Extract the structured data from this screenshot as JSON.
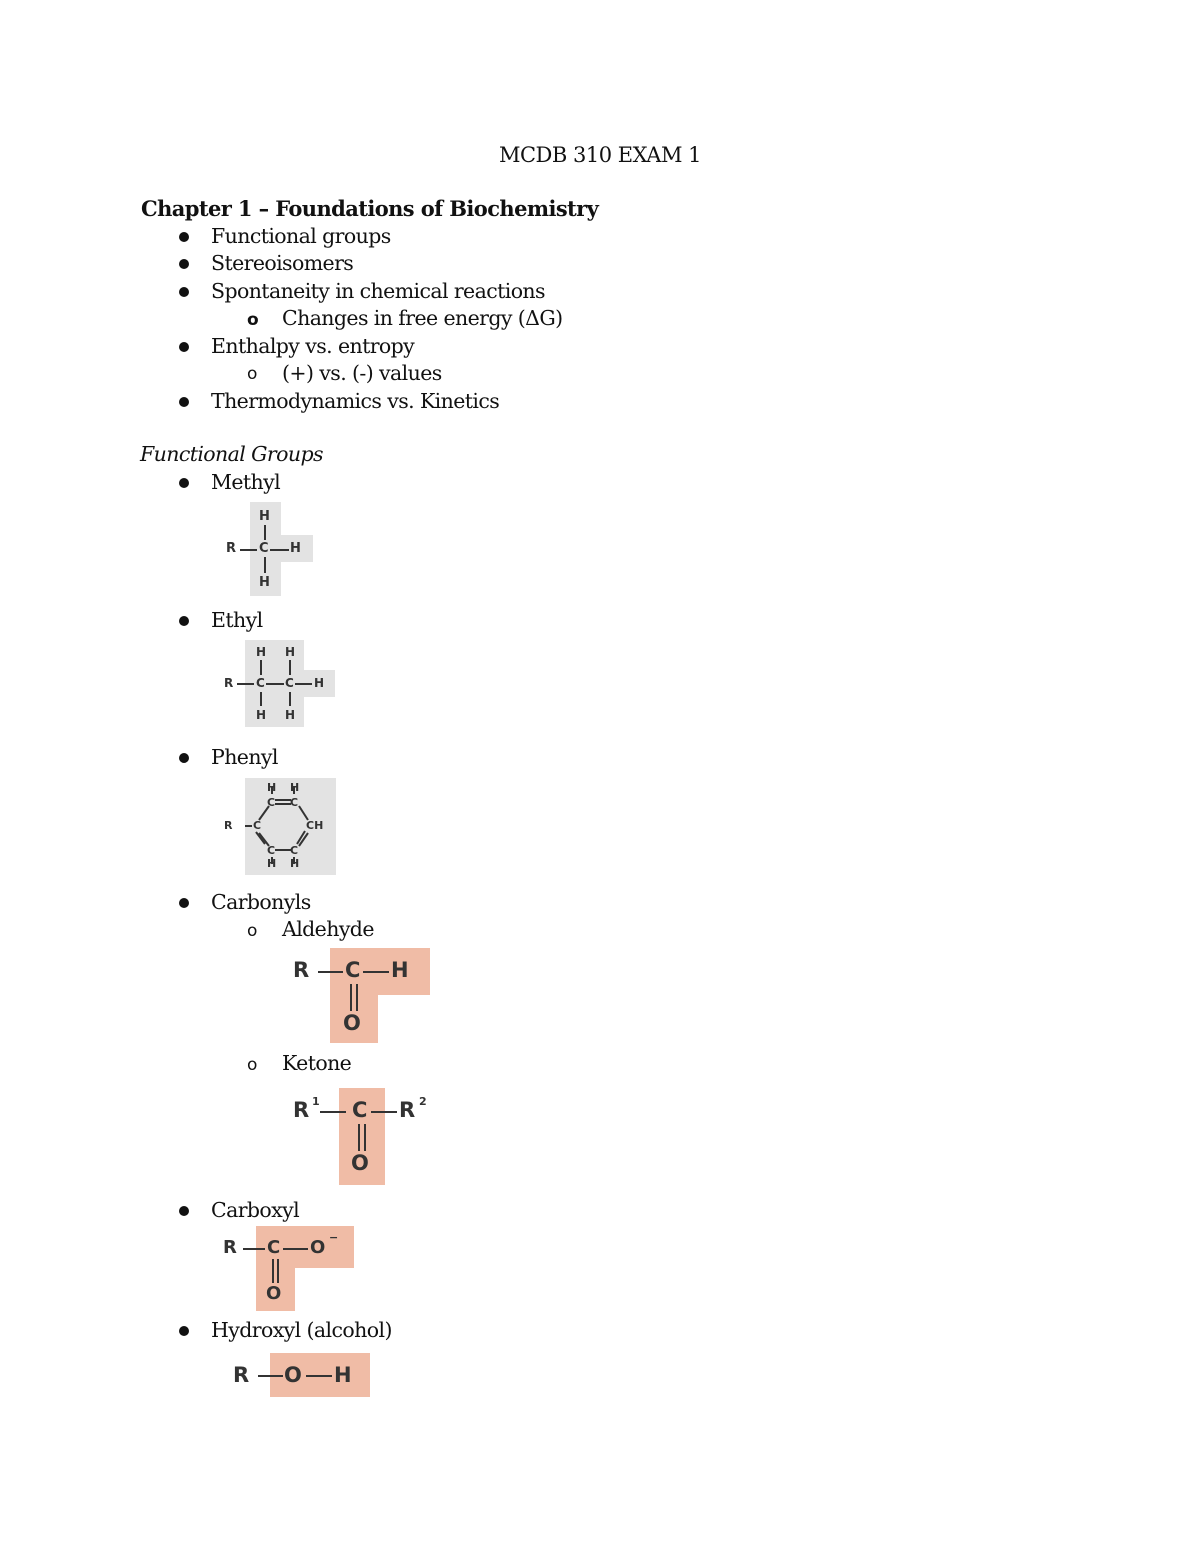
{
  "document": {
    "title": "MCDB 310 EXAM 1",
    "chapter_heading": "Chapter 1 – Foundations of Biochemistry",
    "outline": [
      {
        "label": "Functional groups",
        "children": []
      },
      {
        "label": "Stereoisomers",
        "children": []
      },
      {
        "label": "Spontaneity in chemical reactions",
        "children": [
          "Changes in free energy (ΔG)"
        ]
      },
      {
        "label": "Enthalpy vs. entropy",
        "children": [
          "(+) vs. (-) values"
        ]
      },
      {
        "label": "Thermodynamics vs. Kinetics",
        "children": []
      }
    ],
    "section_heading": "Functional Groups",
    "functional_groups": [
      {
        "name": "Methyl",
        "formula": "R—CH3",
        "highlight_color": "#e3e3e3"
      },
      {
        "name": "Ethyl",
        "formula": "R—CH2—CH3",
        "highlight_color": "#e3e3e3"
      },
      {
        "name": "Phenyl",
        "formula": "R—C6H5",
        "highlight_color": "#e3e3e3"
      },
      {
        "name": "Carbonyls",
        "subtypes": [
          {
            "name": "Aldehyde",
            "formula": "R—C(=O)—H",
            "highlight_color": "#f0bca6"
          },
          {
            "name": "Ketone",
            "formula": "R1—C(=O)—R2",
            "highlight_color": "#f0bca6"
          }
        ]
      },
      {
        "name": "Carboxyl",
        "formula": "R—C(=O)—O−",
        "highlight_color": "#f0bca6"
      },
      {
        "name": "Hydroxyl (alcohol)",
        "formula": "R—O—H",
        "highlight_color": "#f0bca6"
      }
    ],
    "atoms": {
      "R": "R",
      "C": "C",
      "H": "H",
      "O": "O",
      "CH": "CH",
      "R1": "R",
      "R2": "R",
      "one": "1",
      "two": "2",
      "minus": "−"
    }
  }
}
